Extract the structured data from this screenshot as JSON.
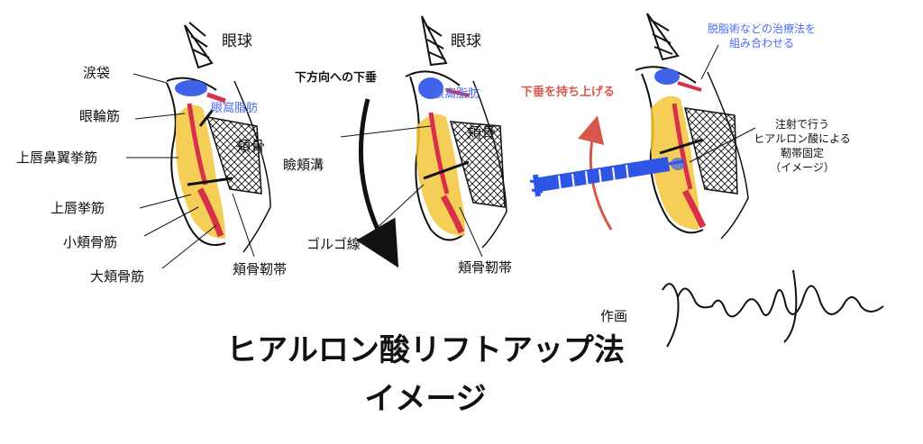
{
  "title": {
    "line1": "ヒアルロン酸リフトアップ法",
    "line2": "イメージ"
  },
  "credit": {
    "label": "作画",
    "signature": "Yutaka Otani"
  },
  "panel1": {
    "eyeball": "眼球",
    "tear_trough": "涙袋",
    "orbicularis": "眼輪筋",
    "orbital_fat": "眼窩脂肪",
    "zygoma": "頬骨",
    "levator_alae": "上唇鼻翼挙筋",
    "levator_labii": "上唇挙筋",
    "zygomatic_minor": "小頬骨筋",
    "zygomatic_major": "大頬骨筋",
    "zygomatic_ligament": "頬骨靭帯"
  },
  "panel2": {
    "eyeball": "眼球",
    "downward_sag": "下方向への下垂",
    "orbital_fat": "眼窩脂肪",
    "zygoma": "頬骨",
    "lid_cheek_groove": "瞼頬溝",
    "golgo_line": "ゴルゴ線",
    "zygomatic_ligament": "頬骨靭帯"
  },
  "panel3": {
    "lift_sag": "下垂を持ち上げる",
    "combined_treatment": [
      "脱脂術などの治療法を",
      "組み合わせる"
    ],
    "injection_note": [
      "注射で行う",
      "ヒアルロン酸による",
      "靭帯固定",
      "（イメージ）"
    ]
  },
  "colors": {
    "fat_blue": "#3f63e8",
    "muscle_yellow": "#f3c53a",
    "muscle_red": "#d8304a",
    "arrow_red": "#d8564a",
    "syringe_blue": "#2f55e6",
    "ink": "#111111"
  },
  "icons": [
    "syringe-icon",
    "curved-down-arrow-icon",
    "curved-up-arrow-icon",
    "signature-mark"
  ]
}
